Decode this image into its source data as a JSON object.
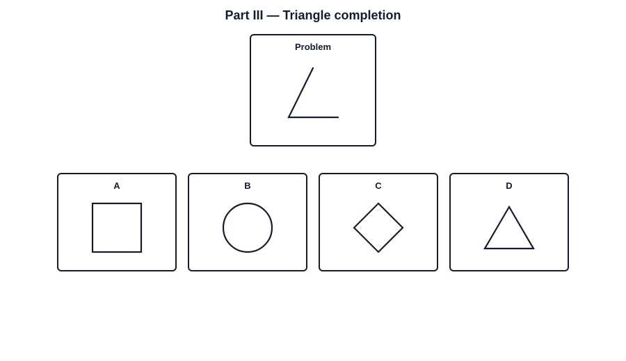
{
  "title": "Part III — Triangle completion",
  "problem": {
    "label": "Problem",
    "figure": "open-angle-two-strokes"
  },
  "options": [
    {
      "label": "A",
      "shape": "square"
    },
    {
      "label": "B",
      "shape": "circle"
    },
    {
      "label": "C",
      "shape": "diamond"
    },
    {
      "label": "D",
      "shape": "triangle"
    }
  ],
  "colors": {
    "stroke": "#141b2d",
    "background": "#ffffff"
  }
}
